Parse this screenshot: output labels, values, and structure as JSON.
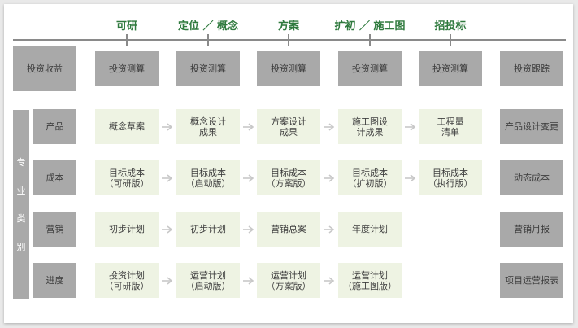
{
  "phases": [
    {
      "label": "可研"
    },
    {
      "label": "定位 ／ 概念"
    },
    {
      "label": "方案"
    },
    {
      "label": "扩初 ／ 施工图"
    },
    {
      "label": "招投标"
    }
  ],
  "top_row": {
    "left": "投资收益",
    "cells": [
      "投资测算",
      "投资测算",
      "投资测算",
      "投资测算",
      "投资测算"
    ],
    "right": "投资跟踪"
  },
  "side_label": [
    "专",
    "业",
    "类",
    "别"
  ],
  "rows": [
    {
      "name": "产品",
      "cells": [
        "概念草案",
        "概念设计\n成果",
        "方案设计\n成果",
        "施工图设\n计成果",
        "工程量\n清单"
      ],
      "right": "产品设计变更"
    },
    {
      "name": "成本",
      "cells": [
        "目标成本\n（可研版）",
        "目标成本\n（启动版）",
        "目标成本\n（方案版）",
        "目标成本\n（扩初版）",
        "目标成本\n（执行版）"
      ],
      "right": "动态成本"
    },
    {
      "name": "营销",
      "cells": [
        "初步计划",
        "初步计划",
        "营销总案",
        "年度计划"
      ],
      "right": "营销月报"
    },
    {
      "name": "进度",
      "cells": [
        "投资计划\n（可研版）",
        "运营计划\n（启动版）",
        "运营计划\n（方案版）",
        "运营计划\n（施工图版）"
      ],
      "right": "项目运营报表"
    }
  ],
  "colors": {
    "phase_text": "#2f7a3e",
    "gray_box": "#a9a9a9",
    "pale_box": "#eef3e3",
    "line": "#8a8a8a",
    "arrow": "#c8c8c8"
  }
}
